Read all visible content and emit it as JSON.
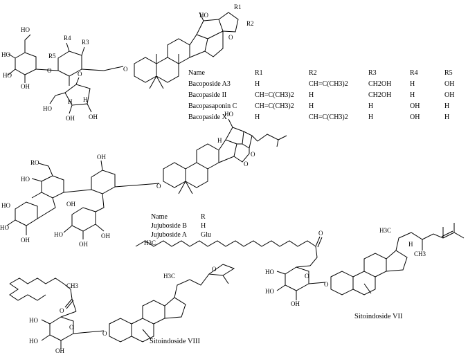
{
  "structures": {
    "bacopaside": {
      "atoms": {
        "ho_top": "HO",
        "r1": "R1",
        "r2": "R2",
        "o_ring": "O",
        "oh1": "HO",
        "oh2": "HO",
        "oh3": "OH",
        "o_sugar": "O",
        "r4": "R4",
        "r3": "R3",
        "r5": "R5",
        "o_link": "O",
        "h1": "H",
        "h2": "H",
        "oh4": "OH",
        "oh5": "HO",
        "o_ara": "O"
      },
      "table": {
        "headers": [
          "Name",
          "R1",
          "R2",
          "R3",
          "R4",
          "R5"
        ],
        "rows": [
          [
            "Bacoposide A3",
            "H",
            "CH=C(CH3)2",
            "CH2OH",
            "H",
            "OH"
          ],
          [
            "Bacopaside II",
            "CH=C(CH3)2",
            "H",
            "CH2OH",
            "H",
            "OH"
          ],
          [
            "Bacopasaponin C",
            "CH=C(CH3)2",
            "H",
            "H",
            "OH",
            "H"
          ],
          [
            "Bacopaside X",
            "H",
            "CH=C(CH3)2",
            "H",
            "OH",
            "H"
          ]
        ]
      }
    },
    "jujuboside": {
      "atoms": {
        "ho": "HO",
        "ro": "RO",
        "oh_a": "OH",
        "oh_b": "OH",
        "ho_c": "HO",
        "ho_d": "HO",
        "oh_e": "OH",
        "oh_f": "OH",
        "ho_g": "HO",
        "oh_h": "OH",
        "ho_i": "HO",
        "o1": "O",
        "o2": "O",
        "h": "H",
        "o_ring": "O"
      },
      "table": {
        "headers": [
          "Name",
          "R"
        ],
        "rows": [
          [
            "Jujuboside B",
            "H"
          ],
          [
            "Jujuboside A",
            "Glu"
          ]
        ]
      }
    },
    "sitoindoside_vii": {
      "caption": "Sitoindoside VII",
      "atoms": {
        "h3c": "H3C",
        "o_ester": "O",
        "ho1": "HO",
        "ho2": "HO",
        "oh": "OH",
        "o": "O",
        "h3c2": "H3C",
        "ch3": "CH3",
        "h": "H"
      }
    },
    "sitoindoside_viii": {
      "caption": "Sitoindoside VIII",
      "atoms": {
        "ch3": "CH3",
        "o": "O",
        "ho1": "HO",
        "ho2": "HO",
        "oh": "OH",
        "h3c": "H3C",
        "o_ep": "O"
      }
    }
  },
  "colors": {
    "ink": "#000000",
    "background": "#ffffff"
  }
}
